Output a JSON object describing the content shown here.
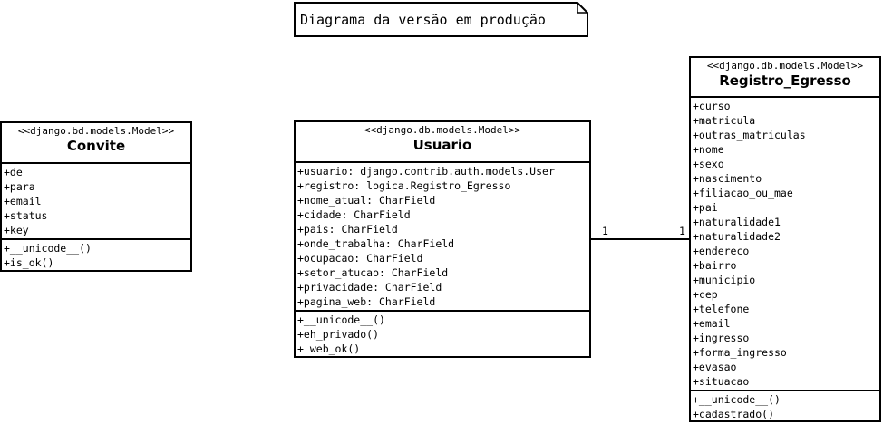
{
  "note": {
    "text": "Diagrama da versão em produção"
  },
  "classes": {
    "convite": {
      "stereotype": "<<django.bd.models.Model>>",
      "name": "Convite",
      "attributes": [
        "+de",
        "+para",
        "+email",
        "+status",
        "+key"
      ],
      "methods": [
        "+__unicode__()",
        "+is_ok()"
      ]
    },
    "usuario": {
      "stereotype": "<<django.db.models.Model>>",
      "name": "Usuario",
      "attributes": [
        "+usuario: django.contrib.auth.models.User",
        "+registro: logica.Registro_Egresso",
        "+nome_atual: CharField",
        "+cidade: CharField",
        "+pais: CharField",
        "+onde_trabalha: CharField",
        "+ocupacao: CharField",
        "+setor_atucao: CharField",
        "+privacidade: CharField",
        "+pagina_web: CharField"
      ],
      "methods": [
        "+__unicode__()",
        "+eh_privado()",
        "+ web_ok()"
      ]
    },
    "registro_egresso": {
      "stereotype": "<<django.db.models.Model>>",
      "name": "Registro_Egresso",
      "attributes": [
        "+curso",
        "+matricula",
        "+outras_matriculas",
        "+nome",
        "+sexo",
        "+nascimento",
        "+filiacao_ou_mae",
        "+pai",
        "+naturalidade1",
        "+naturalidade2",
        "+endereco",
        "+bairro",
        "+municipio",
        "+cep",
        "+telefone",
        "+email",
        "+ingresso",
        "+forma_ingresso",
        "+evasao",
        "+situacao"
      ],
      "methods": [
        "+__unicode__()",
        "+cadastrado()"
      ]
    }
  },
  "association": {
    "left_multiplicity": "1",
    "right_multiplicity": "1"
  }
}
